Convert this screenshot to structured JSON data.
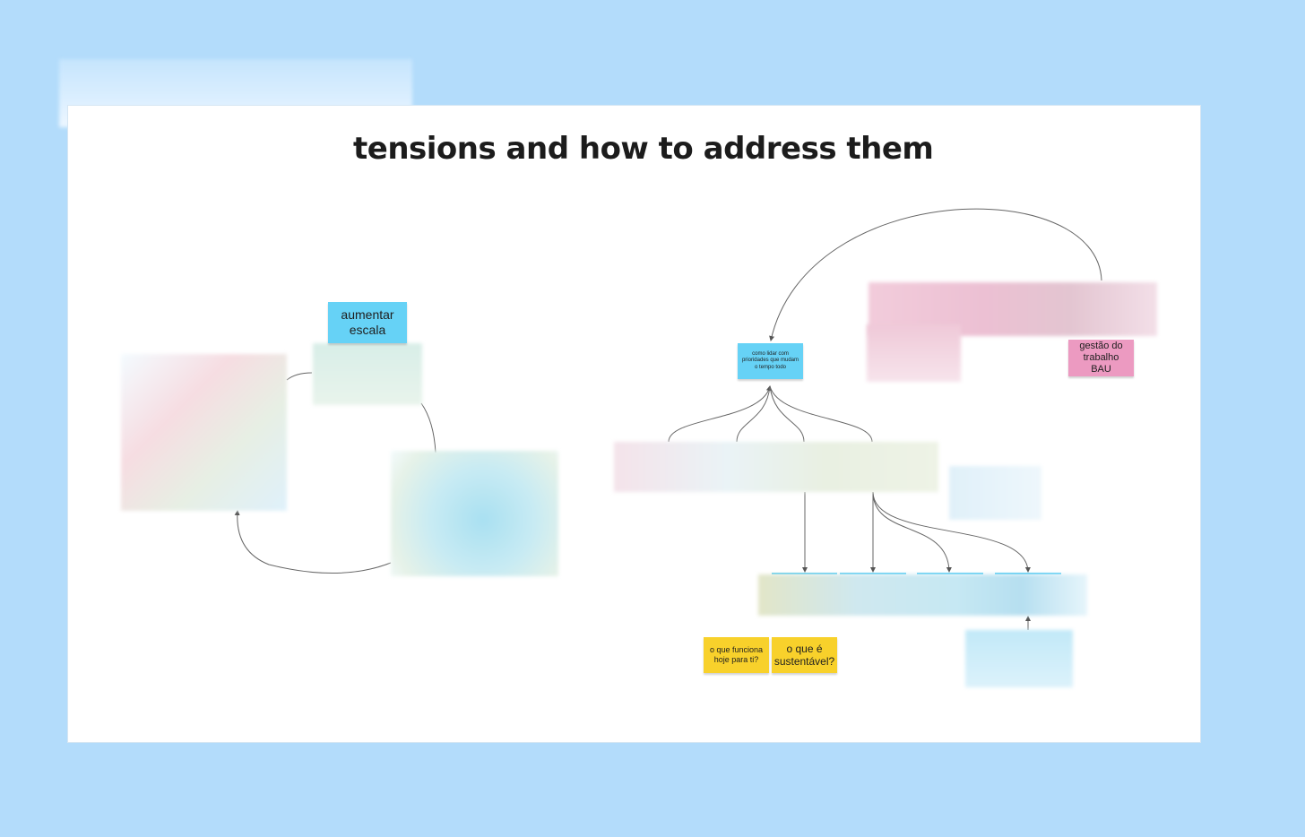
{
  "board": {
    "title": "tensions and how to address them"
  },
  "notes": {
    "scale": "aumentar escala",
    "priorities": "como lidar com prioridades que mudam o tempo todo",
    "bau": "gestão do trabalho BAU",
    "works_today": "o que funciona hoje para ti?",
    "sustainable": "o que é sustentável?"
  },
  "colors": {
    "background": "#b3dcfb",
    "board": "#ffffff",
    "sticky_cyan": "#66d2f6",
    "sticky_pink": "#ec9ac1",
    "sticky_yellow": "#f8d12b",
    "connector": "#555555"
  }
}
